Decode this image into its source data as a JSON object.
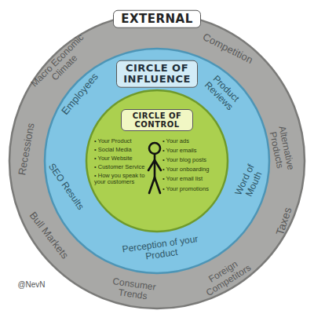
{
  "diagram": {
    "nodes": [
      {
        "text": [
          "EXTERNAL",
          "Macro Economic Climate",
          "Competition",
          "Alternative Products",
          "Taxes",
          "Foreign Competitors",
          "Consumer Trends",
          "Bull Markets",
          "Recessions"
        ]
      },
      {
        "text": [
          "CIRCLE OF INFLUENCE",
          "Employees",
          "Product Reviews",
          "Word of Mouth",
          "Perception of your Product",
          "SEO Results"
        ],
        "in": 0
      },
      {
        "text": [
          "CIRCLE OF CONTROL",
          "• Your Product",
          "• Social Media",
          "• Your Website",
          "• Customer Service",
          "• How you speak to your customers",
          "• Your ads",
          "• Your emails",
          "• Your blog posts",
          "• Your onboarding",
          "• Your email list",
          "• Your promotions"
        ],
        "in": 1
      }
    ],
    "labels": [
      "@NevN"
    ]
  }
}
